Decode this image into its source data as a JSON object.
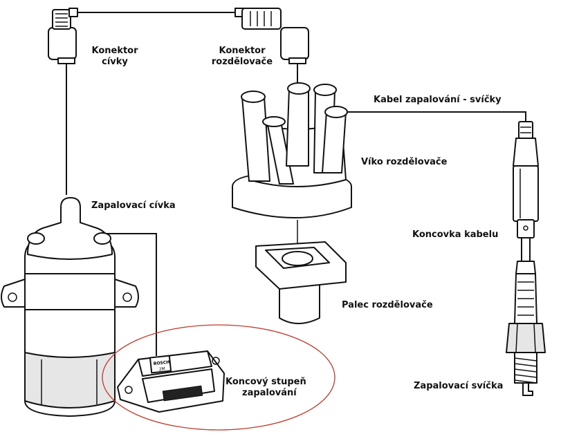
{
  "labels": {
    "coil_connector_line1": "Konektor",
    "coil_connector_line2": "cívky",
    "distributor_connector_line1": "Konektor",
    "distributor_connector_line2": "rozdělovače",
    "ignition_cable": "Kabel zapalování - svíčky",
    "distributor_cap": "Víko rozdělovače",
    "ignition_coil": "Zapalovací cívka",
    "cable_end": "Koncovka kabelu",
    "rotor": "Palec rozdělovače",
    "output_stage_line1": "Koncový stupeň",
    "output_stage_line2": "zapalování",
    "spark_plug": "Zapalovací svíčka"
  },
  "module_marking": {
    "brand": "BOSCH",
    "code": "2M"
  },
  "colors": {
    "outline": "#111111",
    "highlight_ellipse": "#c0392b"
  }
}
